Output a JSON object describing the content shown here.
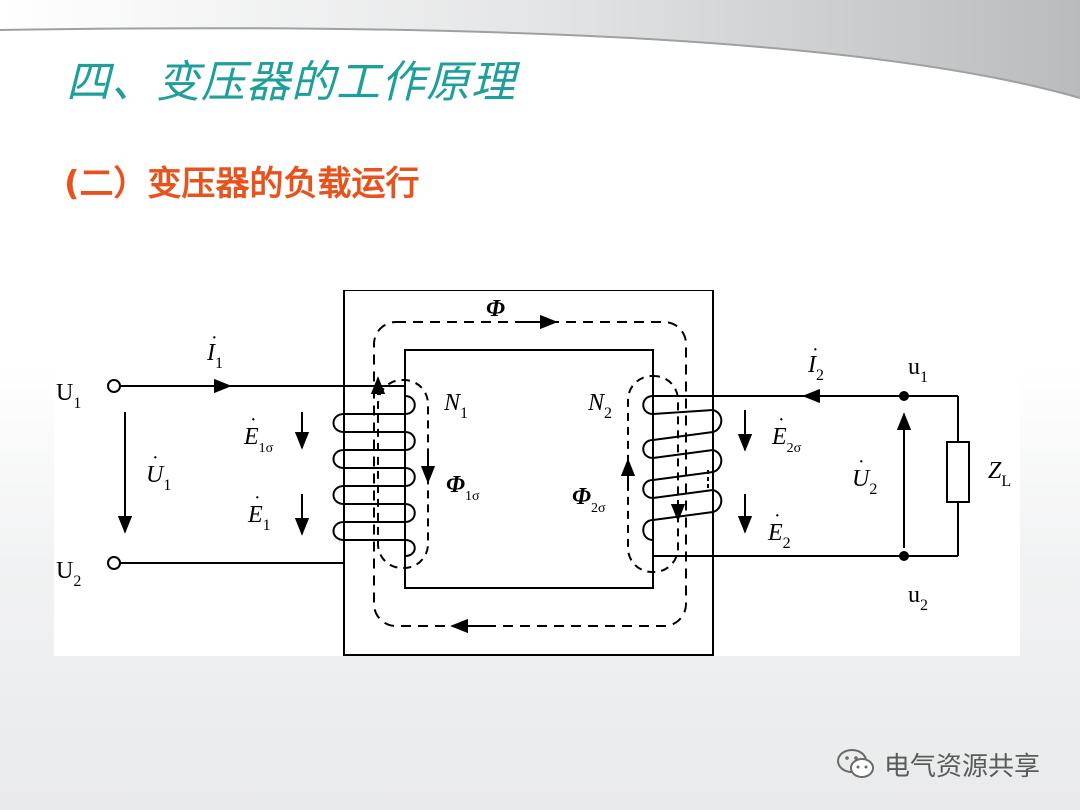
{
  "slide": {
    "title": "四、变压器的工作原理",
    "subtitle": "(二）变压器的负载运行",
    "colors": {
      "title": "#1f9f99",
      "subtitle": "#e8521c"
    }
  },
  "diagram": {
    "primary_terminal_top": "U",
    "primary_terminal_top_sub": "1",
    "primary_terminal_bottom": "U",
    "primary_terminal_bottom_sub": "2",
    "primary_current": "I",
    "primary_current_sub": "1",
    "primary_voltage": "U",
    "primary_voltage_sub": "1",
    "leakage_emf_1": "E",
    "leakage_emf_1_sub": "1σ",
    "emf_1": "E",
    "emf_1_sub": "1",
    "turns_1": "N",
    "turns_1_sub": "1",
    "leakage_flux_1": "Φ",
    "leakage_flux_1_sub": "1σ",
    "main_flux": "Φ",
    "turns_2": "N",
    "turns_2_sub": "2",
    "leakage_flux_2": "Φ",
    "leakage_flux_2_sub": "2σ",
    "leakage_emf_2": "E",
    "leakage_emf_2_sub": "2σ",
    "emf_2": "E",
    "emf_2_sub": "2",
    "secondary_current": "I",
    "secondary_current_sub": "2",
    "secondary_voltage": "U",
    "secondary_voltage_sub": "2",
    "load": "Z",
    "load_sub": "L",
    "secondary_node_top": "u",
    "secondary_node_top_sub": "1",
    "secondary_node_bottom": "u",
    "secondary_node_bottom_sub": "2"
  },
  "watermark": {
    "text": "电气资源共享",
    "icon": "wechat-icon"
  }
}
